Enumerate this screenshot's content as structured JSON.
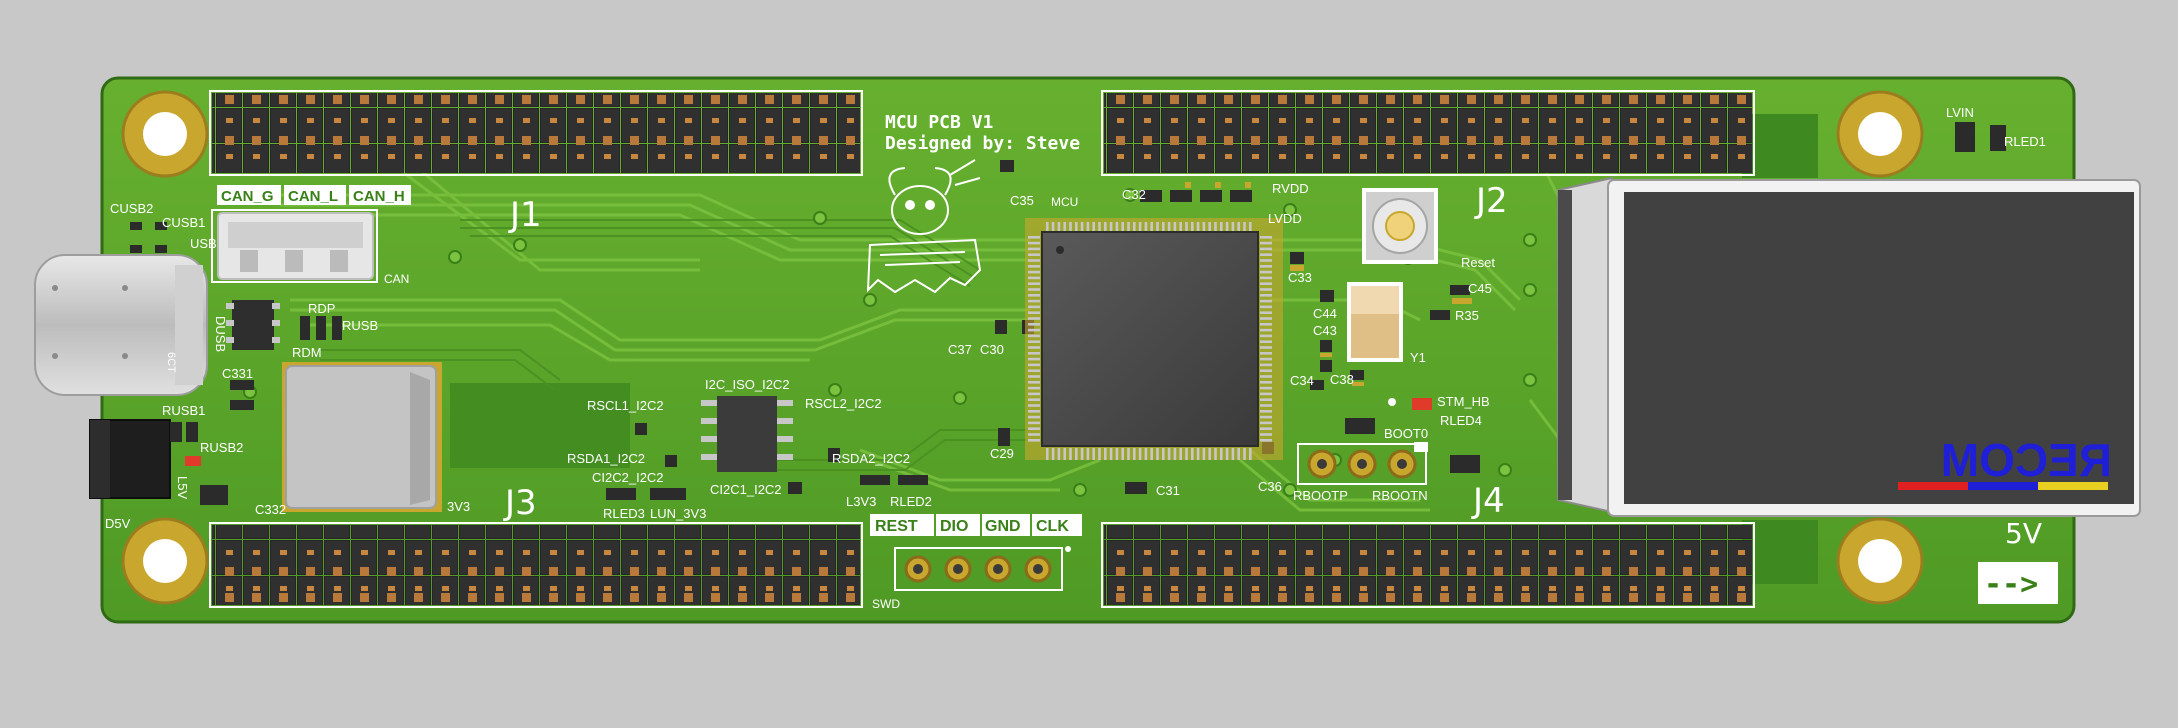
{
  "board": {
    "title_line1": "MCU PCB V1",
    "title_line2": "Designed by: Steve",
    "mcu_label": "MCU",
    "soldermask_color": "#5aa52a",
    "silk_color": "#ffffff"
  },
  "headers": {
    "j1": "J1",
    "j2": "J2",
    "j3": "J3",
    "j4": "J4"
  },
  "can_box": {
    "g": "CAN_G",
    "l": "CAN_L",
    "h": "CAN_H",
    "connector": "CAN"
  },
  "swd_box": {
    "rest": "REST",
    "dio": "DIO",
    "gnd": "GND",
    "clk": "CLK",
    "label": "SWD"
  },
  "power": {
    "v5": "5V",
    "arrow": "-->",
    "regulator_brand": "RECOM",
    "rail_3v3": "3V3"
  },
  "designators": {
    "cusb2": "CUSB2",
    "cusb1": "CUSB1",
    "usb": "USB",
    "dusb": "DUSB",
    "rdp": "RDP",
    "rdm": "RDM",
    "rusb": "RUSB",
    "c331": "C331",
    "rusb1": "RUSB1",
    "rusb2": "RUSB2",
    "l5v": "L5V",
    "c332": "C332",
    "d5v": "D5V",
    "c35": "C35",
    "c32": "C32",
    "rvdd": "RVDD",
    "lvdd": "LVDD",
    "c33": "C33",
    "reset": "Reset",
    "c45": "C45",
    "r35": "R35",
    "c44": "C44",
    "c43": "C43",
    "y1": "Y1",
    "c34": "C34",
    "c38": "C38",
    "stm_hb": "STM_HB",
    "rled4": "RLED4",
    "boot0": "BOOT0",
    "rbootp": "RBOOTP",
    "rbootn": "RBOOTN",
    "c36": "C36",
    "c31": "C31",
    "c29": "C29",
    "c37": "C37",
    "c30": "C30",
    "i2c_iso": "I2C_ISO_I2C2",
    "rscl1": "RSCL1_I2C2",
    "rscl2": "RSCL2_I2C2",
    "rsda1": "RSDA1_I2C2",
    "rsda2": "RSDA2_I2C2",
    "ci2c2": "CI2C2_I2C2",
    "ci2c1": "CI2C1_I2C2",
    "rled3": "RLED3",
    "lun3v3": "LUN_3V3",
    "l3v3": "L3V3",
    "rled2": "RLED2",
    "lvin": "LVIN",
    "rled1": "RLED1",
    "usb_part": "6CT"
  }
}
